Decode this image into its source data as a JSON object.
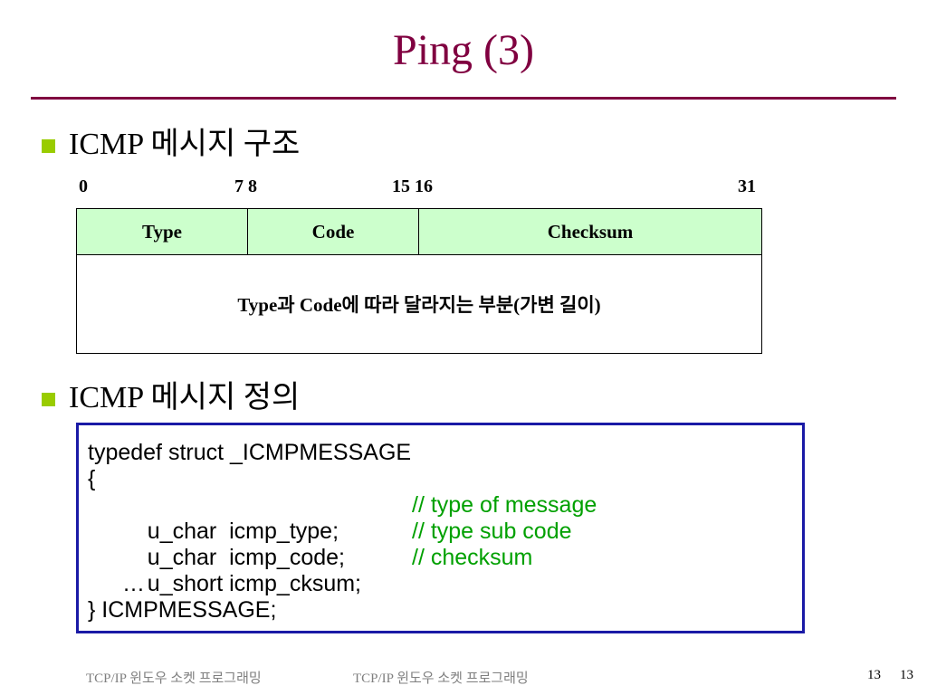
{
  "slide": {
    "title": "Ping (3)",
    "section1_heading": "ICMP 메시지 구조",
    "section2_heading": "ICMP 메시지 정의"
  },
  "bit_labels": [
    "0",
    "7 8",
    "15 16",
    "31"
  ],
  "message_table": {
    "headers": [
      "Type",
      "Code",
      "Checksum"
    ],
    "body": "Type과 Code에 따라 달라지는 부분(가변 길이)"
  },
  "code_block": {
    "line1": "typedef struct _ICMPMESSAGE",
    "line2": "{",
    "line3_code": "u_char  icmp_type;",
    "line3_comment": "// type of message",
    "line4_code": "u_char  icmp_code;",
    "line4_comment": "// type sub code",
    "line5_code": "u_short icmp_cksum;",
    "line5_comment": "// checksum",
    "line6": "…",
    "line7": "} ICMPMESSAGE;"
  },
  "footer": {
    "left_text": "TCP/IP 윈도우 소켓 프로그래밍",
    "center_text": "TCP/IP 윈도우 소켓 프로그래밍",
    "page_a": "13",
    "page_b": "13"
  },
  "colors": {
    "title": "#800040",
    "rule": "#800040",
    "bullet": "#99cc00",
    "table_header_bg": "#ccffcc",
    "code_border": "#1a1aa6",
    "comment": "#00a000"
  }
}
